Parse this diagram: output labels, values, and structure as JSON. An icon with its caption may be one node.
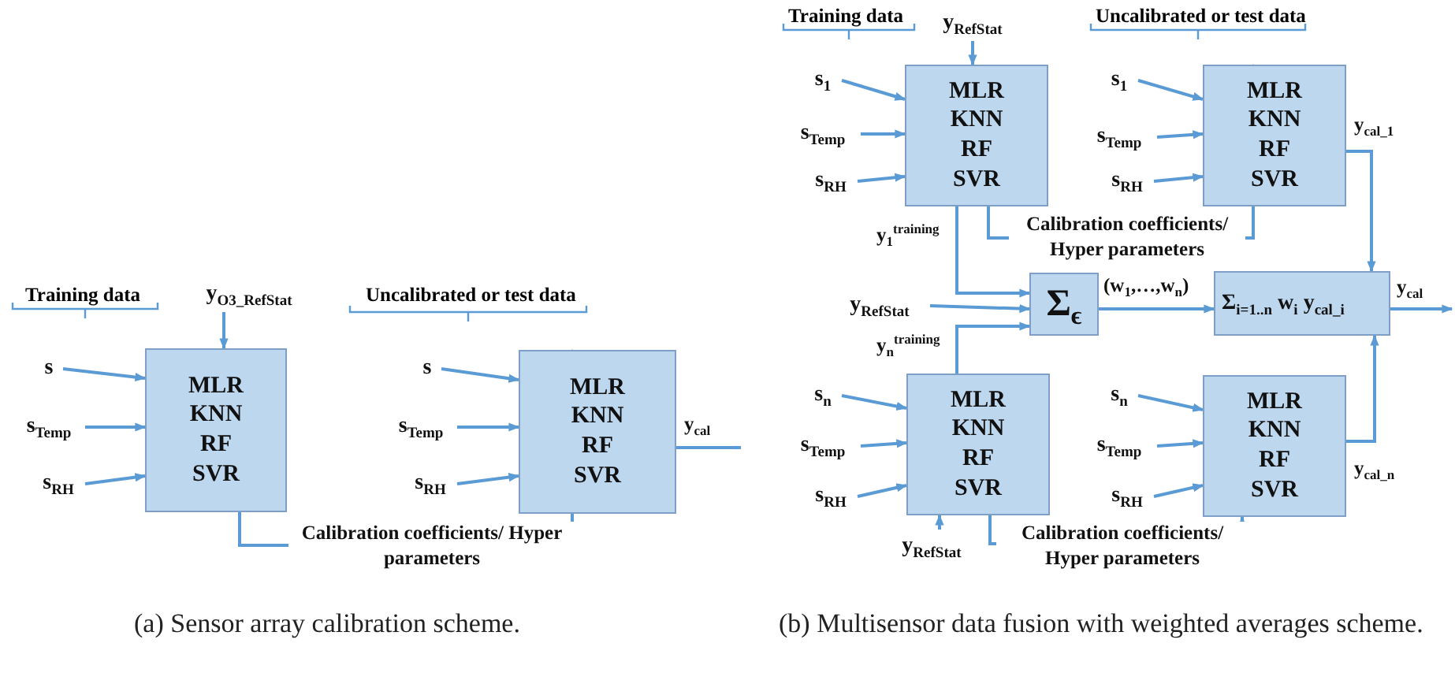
{
  "diagram": {
    "nodes": [
      {
        "text": [
          "MLR KNN RF SVR"
        ]
      },
      {
        "text": [
          "MLR KNN RF SVR"
        ]
      },
      {
        "text": [
          "s"
        ]
      },
      {
        "text": [
          "s$_{Temp}$"
        ]
      },
      {
        "text": [
          "s$_{RH}$"
        ]
      },
      {
        "text": [
          "y$_{O3_RefStat}$"
        ]
      },
      {
        "text": [
          "s"
        ]
      },
      {
        "text": [
          "s$_{Temp}$"
        ]
      },
      {
        "text": [
          "s$_{RH}$"
        ]
      },
      {
        "text": [
          "MLR KNN RF SVR"
        ]
      },
      {
        "text": [
          "MLR KNN RF SVR"
        ]
      },
      {
        "text": [
          "Σ$_{ϵ}$"
        ]
      },
      {
        "text": [
          "Σ$_{i=1..n}$ w$_{i}$ y$_{cal_i}$"
        ]
      },
      {
        "text": [
          "MLR KNN RF SVR"
        ]
      },
      {
        "text": [
          "MLR KNN RF SVR"
        ]
      },
      {
        "text": [
          "s$_{1}$"
        ]
      },
      {
        "text": [
          "s$_{Temp}$"
        ]
      },
      {
        "text": [
          "s$_{RH}$"
        ]
      },
      {
        "text": [
          "y$_{RefStat}$"
        ]
      },
      {
        "text": [
          "s$_{1}$"
        ]
      },
      {
        "text": [
          "s$_{Temp}$"
        ]
      },
      {
        "text": [
          "s$_{RH}$"
        ]
      },
      {
        "text": [
          "y$_{RefStat}$"
        ]
      },
      {
        "text": [
          "s$_{n}$"
        ]
      },
      {
        "text": [
          "s$_{Temp}$"
        ]
      },
      {
        "text": [
          "s$_{RH}$"
        ]
      },
      {
        "text": [
          "y$_{RefStat}$"
        ]
      },
      {
        "text": [
          "s$_{n}$"
        ]
      },
      {
        "text": [
          "s$_{Temp}$"
        ]
      },
      {
        "text": [
          "s$_{RH}$"
        ]
      }
    ],
    "edges": [
      {
        "from": 2,
        "to": 0,
        "arrow": "to"
      },
      {
        "from": 3,
        "to": 0,
        "arrow": "to"
      },
      {
        "from": 4,
        "to": 0,
        "arrow": "to"
      },
      {
        "from": 5,
        "to": 0,
        "arrow": "to"
      },
      {
        "from": 6,
        "to": 1,
        "arrow": "to"
      },
      {
        "from": 7,
        "to": 1,
        "arrow": "to"
      },
      {
        "from": 8,
        "to": 1,
        "arrow": "to"
      },
      {
        "from": 0,
        "to": 1,
        "arrow": "to",
        "label": "Calibration coefficients/ Hyper parameters"
      },
      {
        "from": 1,
        "to": null,
        "arrow": "none",
        "label": "y$_{cal}$"
      },
      {
        "from": 15,
        "to": 9,
        "arrow": "to"
      },
      {
        "from": 16,
        "to": 9,
        "arrow": "to"
      },
      {
        "from": 17,
        "to": 9,
        "arrow": "to"
      },
      {
        "from": 18,
        "to": 9,
        "arrow": "to"
      },
      {
        "from": 19,
        "to": 10,
        "arrow": "to"
      },
      {
        "from": 20,
        "to": 10,
        "arrow": "to"
      },
      {
        "from": 21,
        "to": 10,
        "arrow": "to"
      },
      {
        "from": 9,
        "to": 10,
        "arrow": "to",
        "label": "Calibration coefficients/ Hyper parameters"
      },
      {
        "from": 9,
        "to": 11,
        "arrow": "to",
        "label": "y$_{1}$$^{training}$"
      },
      {
        "from": 22,
        "to": 11,
        "arrow": "to"
      },
      {
        "from": 13,
        "to": 11,
        "arrow": "to",
        "label": "y$_{n}$$^{training}$"
      },
      {
        "from": 11,
        "to": 12,
        "arrow": "to",
        "label": "(w$_{1}$,…,w$_{n}$)"
      },
      {
        "from": 10,
        "to": 12,
        "arrow": "to",
        "label": "y$_{cal_1}$"
      },
      {
        "from": 14,
        "to": 12,
        "arrow": "to",
        "label": "y$_{cal_n}$"
      },
      {
        "from": 12,
        "to": null,
        "arrow": "to",
        "label": "y$_{cal}$"
      },
      {
        "from": 23,
        "to": 13,
        "arrow": "to"
      },
      {
        "from": 24,
        "to": 13,
        "arrow": "to"
      },
      {
        "from": 25,
        "to": 13,
        "arrow": "to"
      },
      {
        "from": 26,
        "to": 13,
        "arrow": "to"
      },
      {
        "from": 27,
        "to": 14,
        "arrow": "to"
      },
      {
        "from": 28,
        "to": 14,
        "arrow": "to"
      },
      {
        "from": 29,
        "to": 14,
        "arrow": "to"
      },
      {
        "from": 13,
        "to": 14,
        "arrow": "to",
        "label": "Calibration coefficients/ Hyper parameters"
      }
    ],
    "labels": [
      "Training data",
      "Uncalibrated or test data",
      "Training data",
      "Uncalibrated or test data",
      "(a) Sensor array calibration scheme.",
      "(b) Multisensor data fusion with weighted averages scheme."
    ]
  }
}
